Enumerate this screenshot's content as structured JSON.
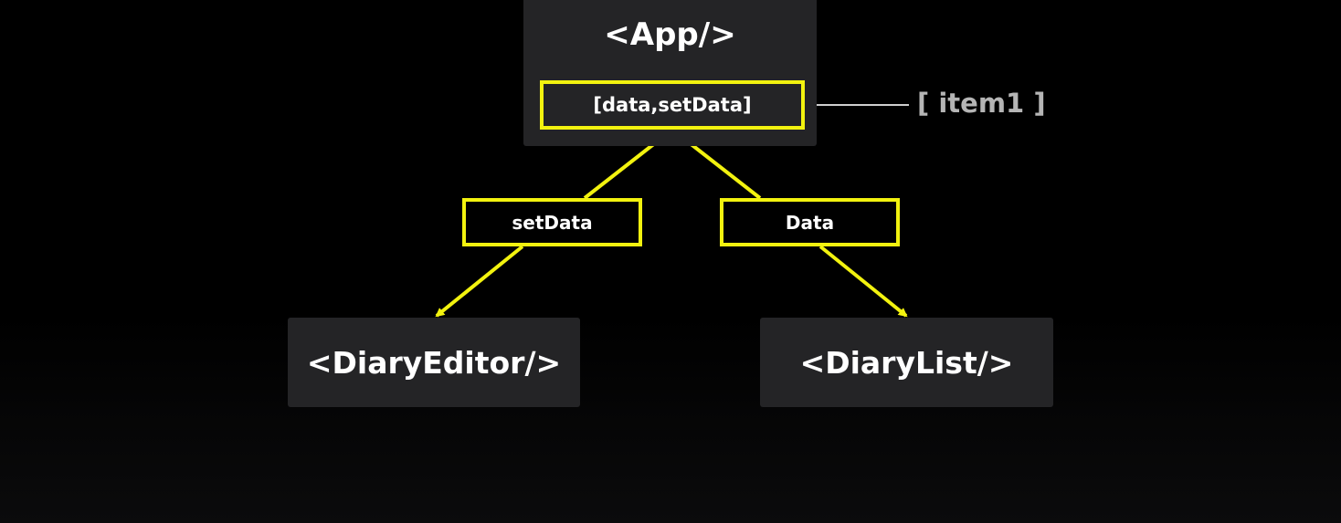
{
  "diagram": {
    "app_node": {
      "label": "<App/>"
    },
    "state_box": {
      "label": "[data,setData]"
    },
    "annotation": {
      "label": "[ item1 ]"
    },
    "left_prop": {
      "label": "setData"
    },
    "right_prop": {
      "label": "Data"
    },
    "editor_node": {
      "label": "<DiaryEditor/>"
    },
    "list_node": {
      "label": "<DiaryList/>"
    }
  },
  "colors": {
    "background": "#000000",
    "node_fill": "#242426",
    "highlight": "#f2f20f",
    "annotation_text": "#b5b5b5",
    "text": "#ffffff"
  }
}
